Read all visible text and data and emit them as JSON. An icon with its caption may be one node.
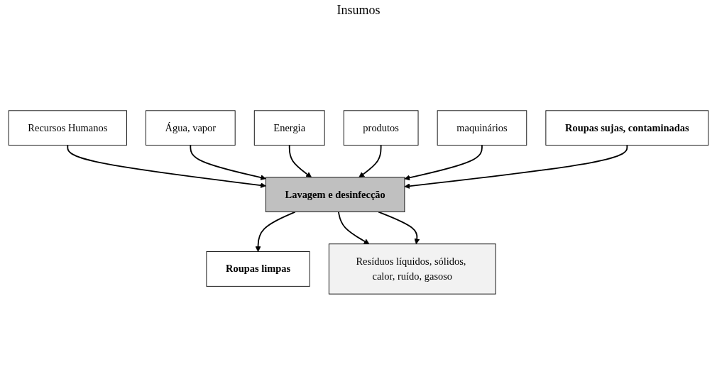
{
  "diagram": {
    "nodes": [
      {
        "text": [
          "Recursos Humanos"
        ]
      },
      {
        "text": [
          "Água, vapor"
        ]
      },
      {
        "text": [
          "Energia"
        ]
      },
      {
        "text": [
          "produtos"
        ]
      },
      {
        "text": [
          "maquinários"
        ]
      },
      {
        "text": [
          "Roupas sujas, contaminadas"
        ]
      },
      {
        "text": [
          "Lavagem e desinfecção"
        ]
      },
      {
        "text": [
          "Roupas limpas"
        ]
      },
      {
        "text": [
          "Resíduos líquidos, sólidos, calor, ruído, gasoso"
        ]
      }
    ],
    "edges": [
      {
        "from": 0,
        "to": 6,
        "arrow": "to"
      },
      {
        "from": 1,
        "to": 6,
        "arrow": "to"
      },
      {
        "from": 2,
        "to": 6,
        "arrow": "to"
      },
      {
        "from": 3,
        "to": 6,
        "arrow": "to"
      },
      {
        "from": 4,
        "to": 6,
        "arrow": "to"
      },
      {
        "from": 5,
        "to": 6,
        "arrow": "to"
      },
      {
        "from": 6,
        "to": 7,
        "arrow": "to"
      },
      {
        "from": 6,
        "to": 8,
        "arrow": "to"
      },
      {
        "from": 6,
        "to": 8,
        "arrow": "to"
      }
    ],
    "labels": [
      "Insumos"
    ]
  }
}
